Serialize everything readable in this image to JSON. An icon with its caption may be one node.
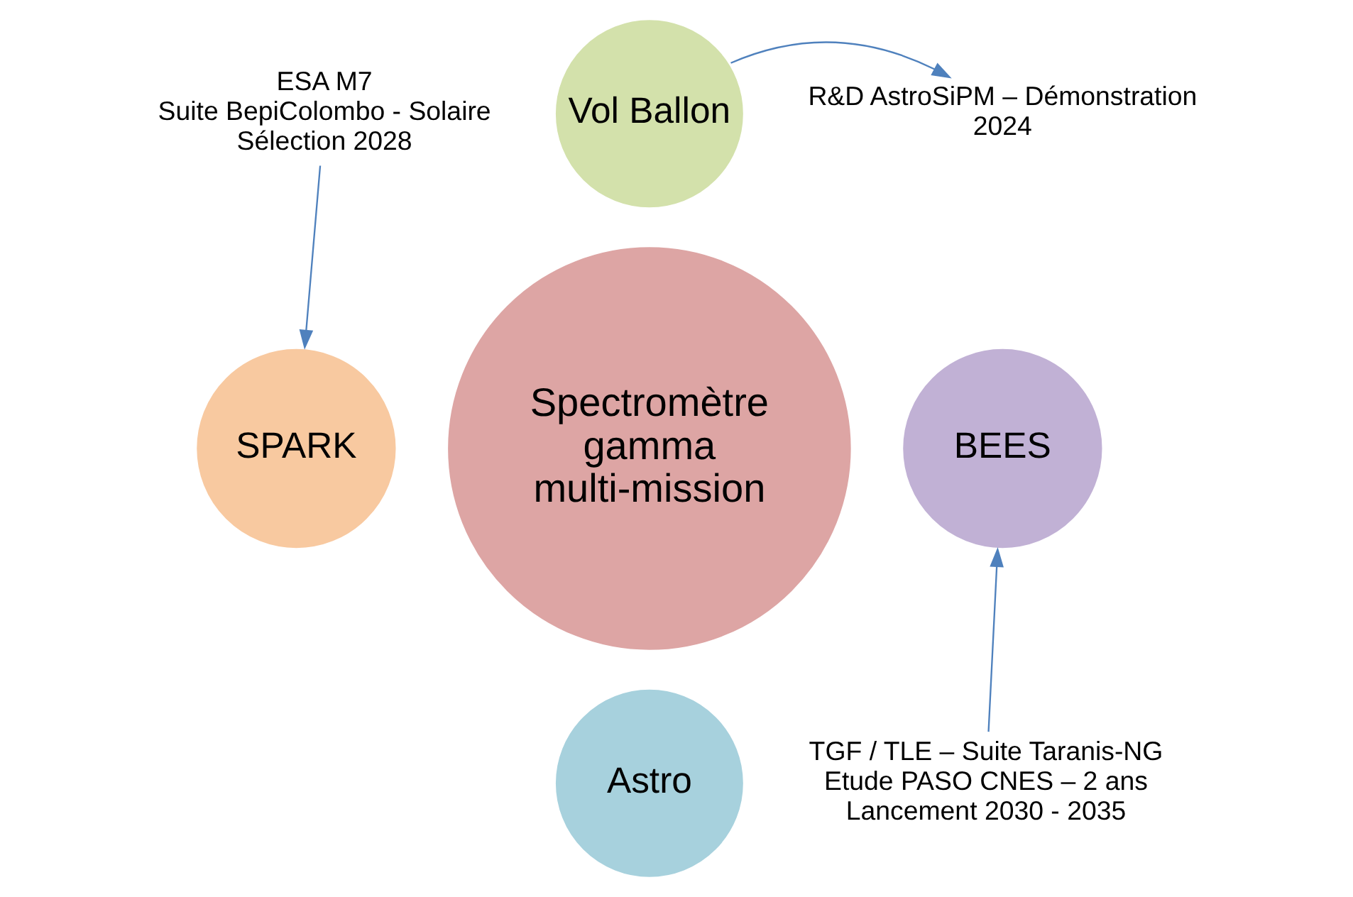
{
  "diagram": {
    "nodes": [
      {
        "text": [
          "ESA M7",
          "Suite BepiColombo - Solaire",
          "Sélection 2028"
        ]
      },
      {
        "text": [
          "Vol Ballon"
        ]
      },
      {
        "text": [
          "R&D AstroSiPM – Démonstration",
          "2024"
        ]
      },
      {
        "text": [
          "SPARK"
        ]
      },
      {
        "text": [
          "Spectromètre gamma multi-mission"
        ]
      },
      {
        "text": [
          "BEES"
        ]
      },
      {
        "text": [
          "Astro"
        ]
      },
      {
        "text": [
          "TGF / TLE – Suite Taranis-NG",
          "Etude PASO CNES – 2 ans",
          "Lancement 2030 - 2035"
        ]
      }
    ],
    "edges": [
      {
        "from": 0,
        "to": 3,
        "arrow": "to"
      },
      {
        "from": 1,
        "to": 2,
        "arrow": "to"
      },
      {
        "from": 7,
        "to": 5,
        "arrow": "to"
      }
    ]
  }
}
